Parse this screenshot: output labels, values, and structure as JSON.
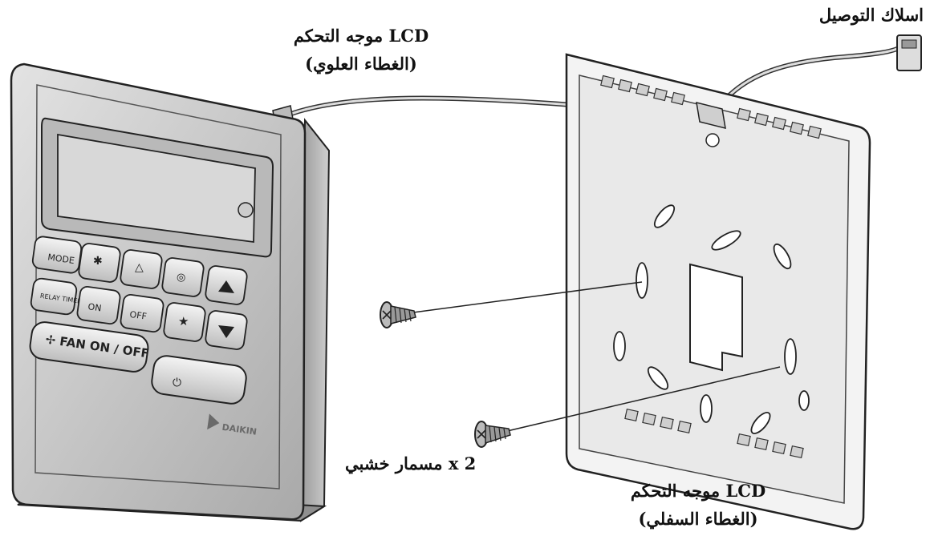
{
  "labels": {
    "connection_wires": "اسلاك التوصيل",
    "top_cover_line1": "موجه التحكم LCD",
    "top_cover_line2": "(الغطاء العلوي)",
    "bottom_cover_line1": "موجه التحكم LCD",
    "bottom_cover_line2": "(الغطاء السفلي)",
    "screws": "مسمار خشبي x 2"
  },
  "remote": {
    "buttons": {
      "mode": "MODE",
      "relay_timer": "RELAY TIMER",
      "timer_on": "ON",
      "timer_off": "OFF",
      "fan_on_off": "FAN ON / OFF",
      "power": "⏻"
    },
    "brand": "DAIKIN"
  },
  "colors": {
    "outline": "#222222",
    "body_fill": "#c9c9c9",
    "screen_fill": "#d6d6d6",
    "plate_fill": "#ececec"
  }
}
